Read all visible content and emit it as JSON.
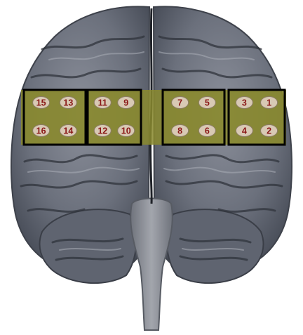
{
  "figure": {
    "palette": {
      "background": "#ffffff",
      "brain_dark": "#4a4f5c",
      "brain_mid": "#6d7280",
      "brain_light": "#9a9ea8",
      "sulcus": "#2f333c",
      "stem": "#8f929a",
      "region_fill": "#8a8a2e",
      "region_border": "#000000",
      "electrode_fill": "#d8c9b4",
      "label_color": "#8a1616"
    }
  },
  "electrode_blocks": [
    {
      "name": "block-1",
      "electrodes": [
        "15",
        "13",
        "16",
        "14"
      ]
    },
    {
      "name": "block-2",
      "electrodes": [
        "11",
        "9",
        "12",
        "10"
      ]
    },
    {
      "name": "block-3",
      "electrodes": [
        "7",
        "5",
        "8",
        "6"
      ]
    },
    {
      "name": "block-4",
      "electrodes": [
        "3",
        "1",
        "4",
        "2"
      ]
    }
  ]
}
